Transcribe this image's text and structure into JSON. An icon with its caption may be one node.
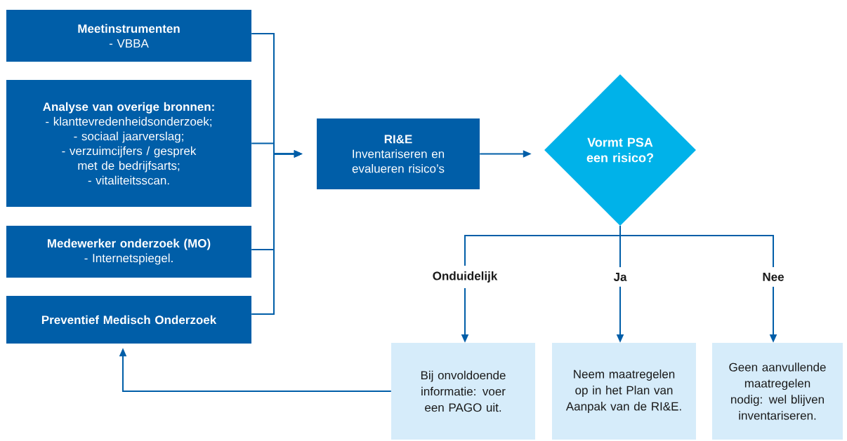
{
  "diagram": {
    "nodes": [
      {
        "text": [
          "Meetinstrumenten",
          "- VBBA"
        ]
      },
      {
        "text": [
          "Analyse van overige bronnen:",
          "- klanttevredenheidsonderzoek;",
          "- sociaal jaarverslag;",
          "- verzuimcijfers / gesprek met de bedrijfsarts;",
          "- vitaliteitsscan."
        ]
      },
      {
        "text": [
          "Medewerker onderzoek (MO)",
          "- Internetspiegel."
        ]
      },
      {
        "text": [
          "Preventief Medisch Onderzoek"
        ]
      },
      {
        "text": [
          "RI&E",
          "Inventariseren en evalueren risico’s"
        ]
      },
      {
        "text": [
          "Vormt PSA een risico?"
        ]
      },
      {
        "text": [
          "Bij onvoldoende informatie: voer een PAGO uit."
        ]
      },
      {
        "text": [
          "Neem maatregelen op in het Plan van Aanpak van de RI&E."
        ]
      },
      {
        "text": [
          "Geen aanvullende maatregelen nodig: wel blijven inventariseren."
        ]
      }
    ],
    "edges": [
      {
        "from": 0,
        "to": 4,
        "arrow": "to"
      },
      {
        "from": 1,
        "to": 4,
        "arrow": "to"
      },
      {
        "from": 2,
        "to": 4,
        "arrow": "to"
      },
      {
        "from": 3,
        "to": 4,
        "arrow": "to"
      },
      {
        "from": 4,
        "to": 5,
        "arrow": "to"
      },
      {
        "from": 5,
        "to": 6,
        "arrow": "to",
        "label": "Onduidelijk"
      },
      {
        "from": 5,
        "to": 7,
        "arrow": "to",
        "label": "Ja"
      },
      {
        "from": 5,
        "to": 8,
        "arrow": "to",
        "label": "Nee"
      },
      {
        "from": 6,
        "to": 3,
        "arrow": "to"
      }
    ]
  }
}
